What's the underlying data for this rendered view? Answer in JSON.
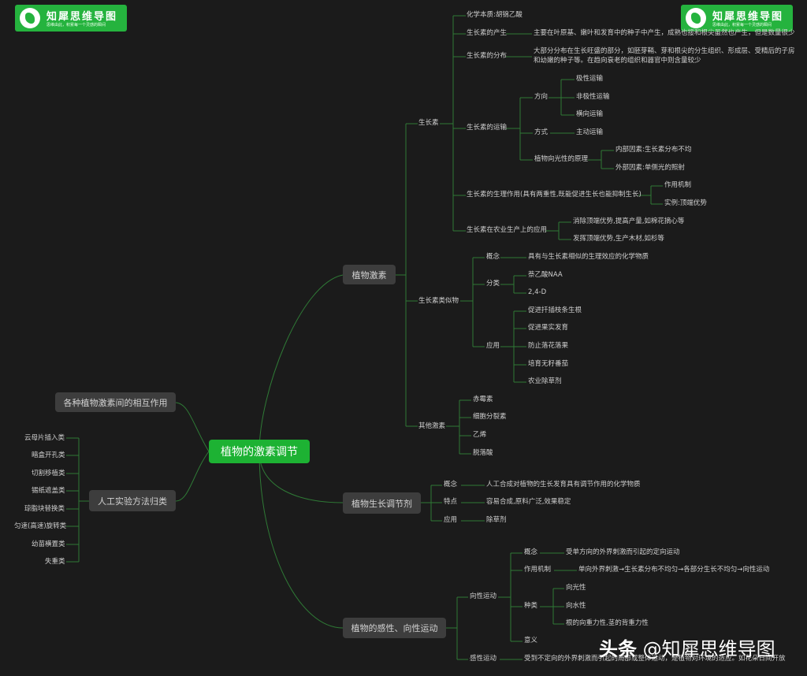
{
  "logos": {
    "name": "知犀思维导图",
    "slogan": "思维由此，积累每一个灵感的瞬间"
  },
  "watermark": {
    "brand": "头条",
    "account": "@知犀思维导图"
  },
  "root": "植物的激素调节",
  "left": {
    "interaction": "各种植物激素间的相互作用",
    "experiments": {
      "label": "人工实验方法归类",
      "items": [
        "云母片插入类",
        "暗盒开孔类",
        "切割移植类",
        "锡纸遮盖类",
        "琼脂块替换类",
        "匀速(高速)旋转类",
        "幼苗横置类",
        "失重类"
      ]
    }
  },
  "hormones": {
    "label": "植物激素",
    "auxin": {
      "label": "生长素",
      "nature": "化学本质:胡锦乙酸",
      "production": {
        "label": "生长素的产生",
        "text": "主要在叶原基、嫩叶和发育中的种子中产生，成熟也接和根尖虽然也产生，但是数量很少"
      },
      "distribution": {
        "label": "生长素的分布",
        "text1": "大部分分布在生长旺盛的部分，如胚芽鞘、芽和根尖的分生组织、形成层、受精后的子房",
        "text2": "和幼嫩的种子等。在趋向衰老的组织和器官中则含量较少"
      },
      "transport": {
        "label": "生长素的运输",
        "direction": {
          "label": "方向",
          "items": [
            "极性运输",
            "非极性运输",
            "横向运输"
          ]
        },
        "mode": {
          "label": "方式",
          "value": "主动运输"
        },
        "phototropism": {
          "label": "植物向光性的原理",
          "items": [
            "内部因素:生长素分布不均",
            "外部因素:单侧光的照射"
          ]
        }
      },
      "physiology": {
        "label": "生长素的生理作用(具有两重性,既能促进生长也能抑制生长)",
        "items": [
          "作用机制",
          "实例:顶端优势"
        ]
      },
      "agriculture": {
        "label": "生长素在农业生产上的应用",
        "items": [
          "消除顶端优势,提高产量,如棉花摘心等",
          "发挥顶端优势,生产木材,如杉等"
        ]
      }
    },
    "analogs": {
      "label": "生长素类似物",
      "concept": {
        "label": "概念",
        "text": "具有与生长素相似的生理效应的化学物质"
      },
      "types": {
        "label": "分类",
        "items": [
          "萘乙酸NAA",
          "2,4-D"
        ]
      },
      "application": {
        "label": "应用",
        "items": [
          "促进扦插枝条生根",
          "促进果实发育",
          "防止落花落果",
          "培育无籽番茄",
          "农业除草剂"
        ]
      }
    },
    "others": {
      "label": "其他激素",
      "items": [
        "赤霉素",
        "细胞分裂素",
        "乙烯",
        "脱落酸"
      ]
    }
  },
  "regulators": {
    "label": "植物生长调节剂",
    "concept": {
      "label": "概念",
      "text": "人工合成对植物的生长发育具有调节作用的化学物质"
    },
    "features": {
      "label": "特点",
      "text": "容易合成,原料广泛,效果稳定"
    },
    "application": {
      "label": "应用",
      "text": "除草剂"
    }
  },
  "movement": {
    "label": "植物的感性、向性运动",
    "tropism": {
      "label": "向性运动",
      "concept": {
        "label": "概念",
        "text": "受单方向的外界刺激而引起的定向运动"
      },
      "mechanism": {
        "label": "作用机制",
        "text": "单向外界刺激→生长素分布不均匀→各部分生长不均匀→向性运动"
      },
      "types": {
        "label": "种类",
        "items": [
          "向光性",
          "向水性",
          "根的向重力性,茎的背重力性"
        ]
      },
      "meaning": "意义"
    },
    "nastic": {
      "label": "感性运动",
      "text": "受到不定向的外界刺激而引起的局部或整体运动，是植物对环境的适应。如花朵日间开放"
    }
  }
}
